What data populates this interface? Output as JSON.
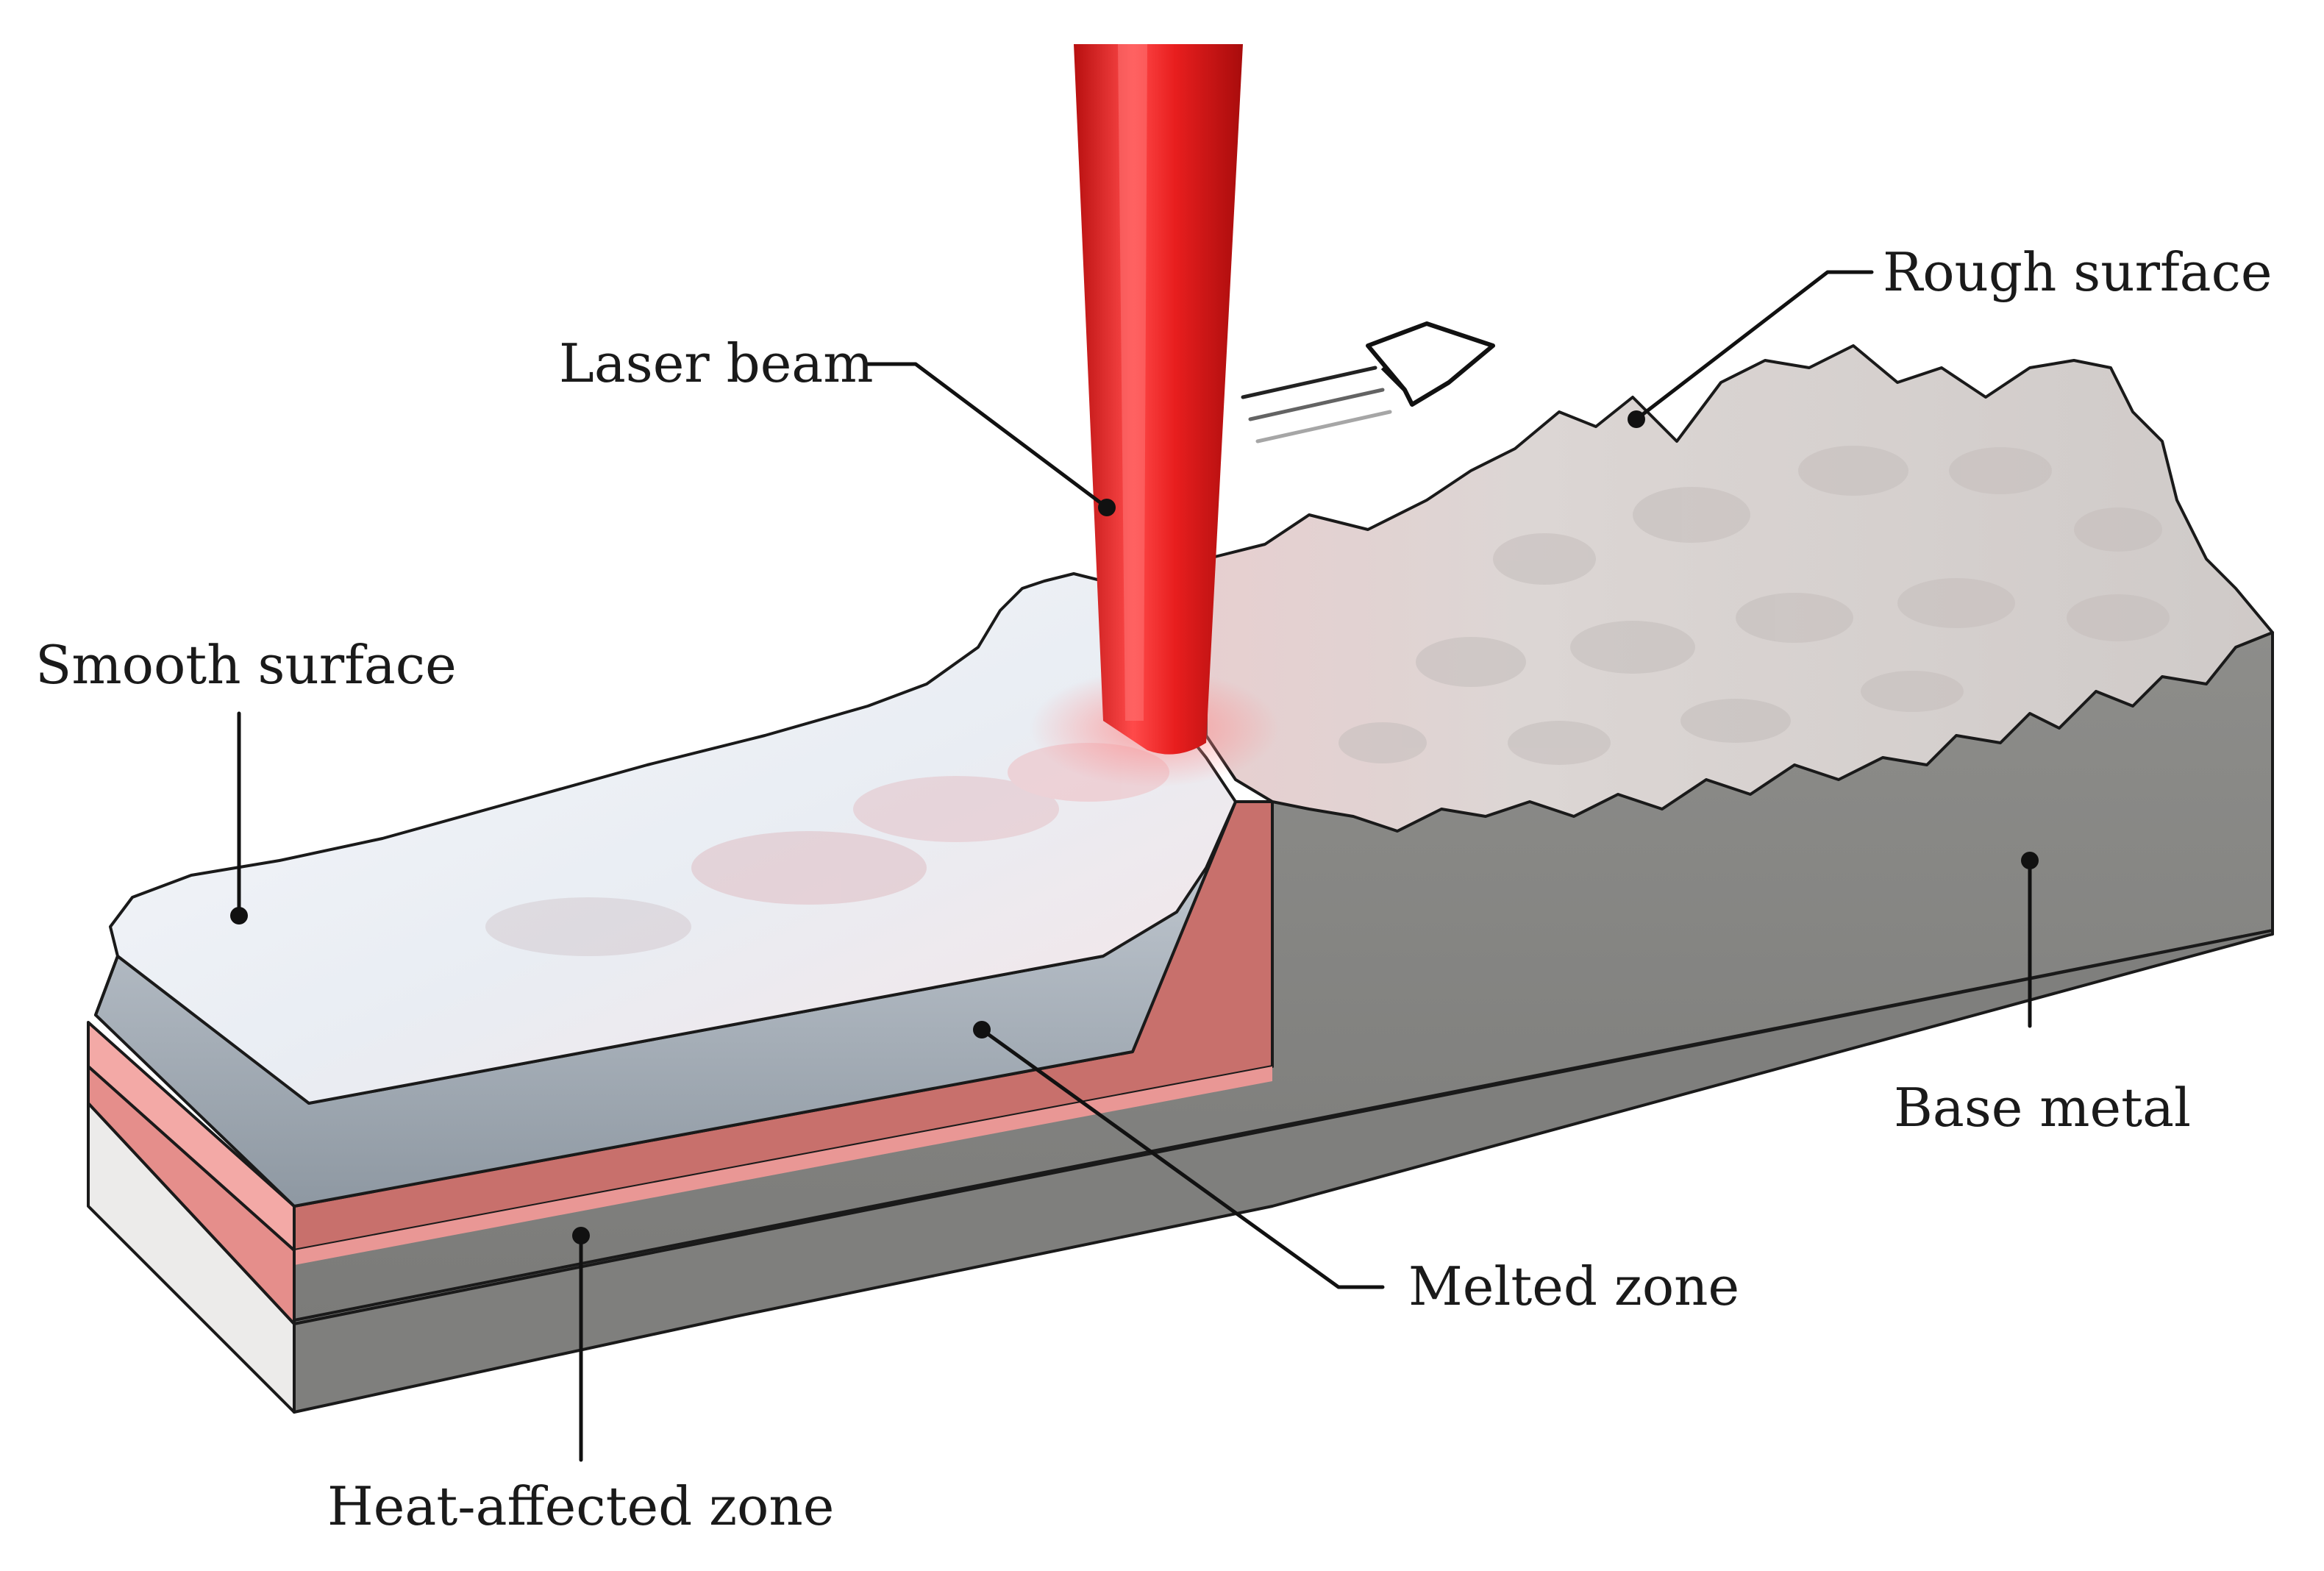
{
  "labels": {
    "laser_beam": "Laser beam",
    "rough_surface": "Rough surface",
    "smooth_surface": "Smooth surface",
    "base_metal": "Base metal",
    "melted_zone": "Melted zone",
    "heat_affected_zone": "Heat-affected zone"
  },
  "colors": {
    "laser": "#e81e1e",
    "laser_highlight": "#ff6a6a",
    "base_metal": "#858583",
    "base_metal_light": "#ecebea",
    "heat_affected": "#c8706c",
    "heat_affected_light": "#f3a9a6",
    "smooth_top": "#eef2f7",
    "smooth_side": "#9aa3ad",
    "rough_top": "#d9d3d0"
  },
  "icons": {
    "direction": "direction-arrow-icon"
  }
}
